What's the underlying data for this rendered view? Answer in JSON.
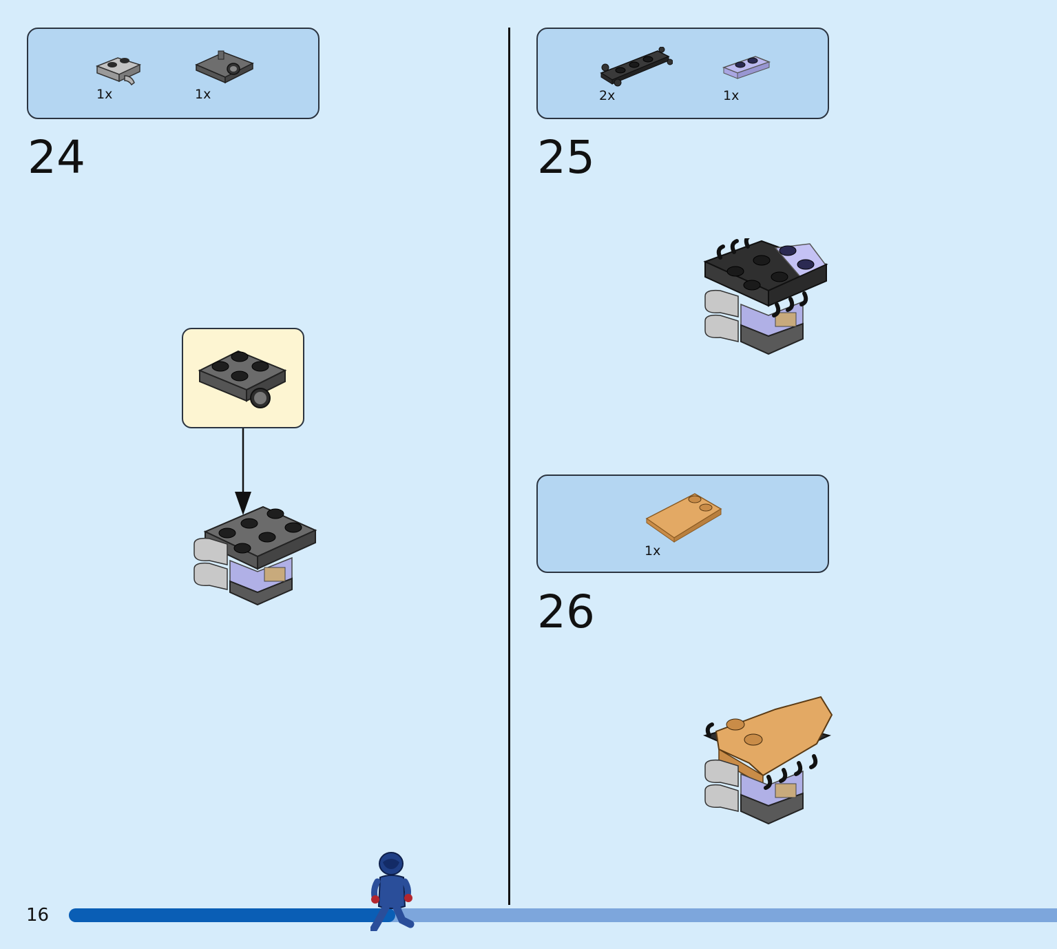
{
  "page": {
    "number": "16",
    "progress": 0.33
  },
  "steps": [
    {
      "number": "24",
      "parts": [
        {
          "qty": "1x",
          "color": "#a6a6a6"
        },
        {
          "qty": "1x",
          "color": "#6b6b6b"
        }
      ]
    },
    {
      "number": "25",
      "parts": [
        {
          "qty": "2x",
          "color": "#2f2f2f"
        },
        {
          "qty": "1x",
          "color": "#b9b7ee"
        }
      ]
    },
    {
      "number": "26",
      "parts": [
        {
          "qty": "1x",
          "color": "#e0a45c"
        }
      ]
    }
  ],
  "colors": {
    "background": "#d6ecfb",
    "parts_box": "#b4d6f2",
    "callout": "#fdf5d2",
    "progress_fill": "#0a5eb5",
    "progress_track": "#7da6dc"
  }
}
